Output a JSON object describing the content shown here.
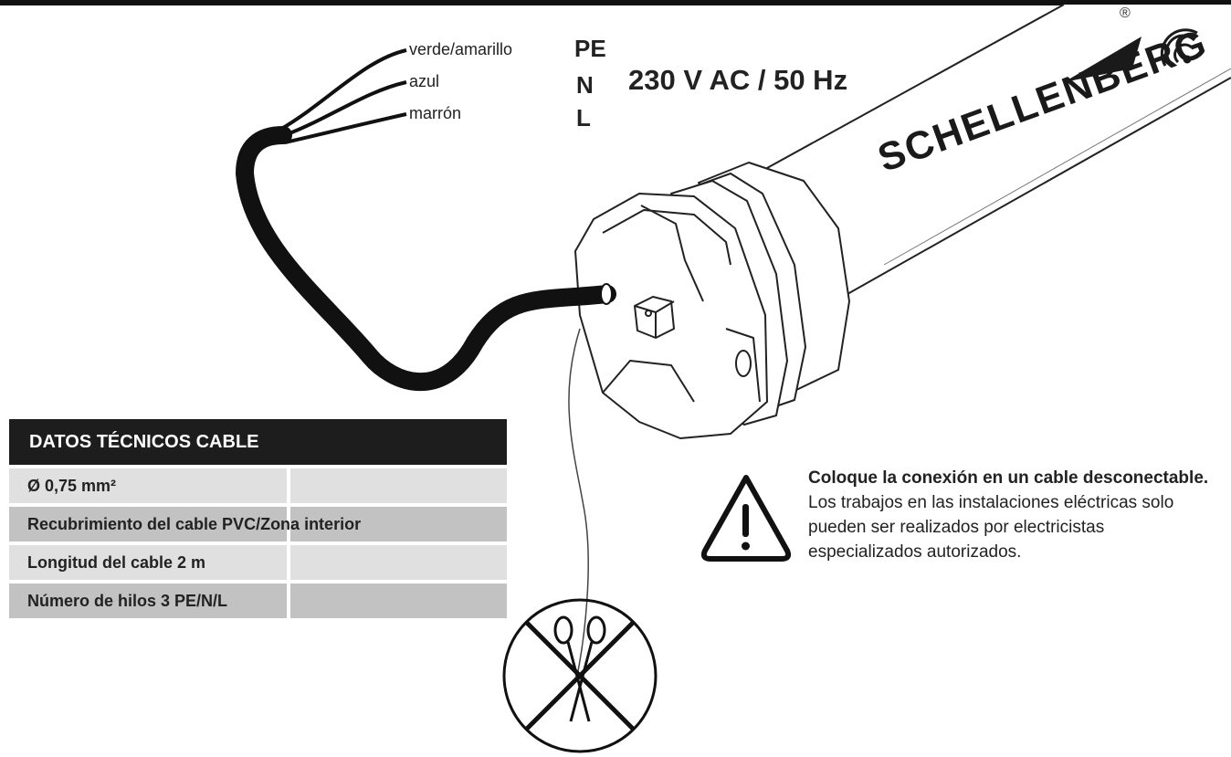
{
  "wires": [
    {
      "color": "verde/amarillo",
      "terminal": "PE"
    },
    {
      "color": "azul",
      "terminal": "N"
    },
    {
      "color": "marrón",
      "terminal": "L"
    }
  ],
  "voltage": "230 V AC / 50 Hz",
  "brand": "SCHELLENBERG",
  "registered_mark": "®",
  "spec_table": {
    "header": "DATOS TÉCNICOS CABLE",
    "rows": [
      "Ø 0,75 mm²",
      "Recubrimiento del cable PVC/Zona interior",
      "Longitud del cable 2 m",
      "Número de hilos 3 PE/N/L"
    ]
  },
  "warning": {
    "bold_text": "Coloque la conexión en un cable desconectable.",
    "text": "Los trabajos en las instalaciones eléctricas solo pueden ser realizados por electricistas especializados autorizados."
  },
  "icons": {
    "warning": "warning-triangle-icon",
    "no_cut": "no-cut-scissors-icon",
    "signal": "wireless-signal-icon"
  }
}
